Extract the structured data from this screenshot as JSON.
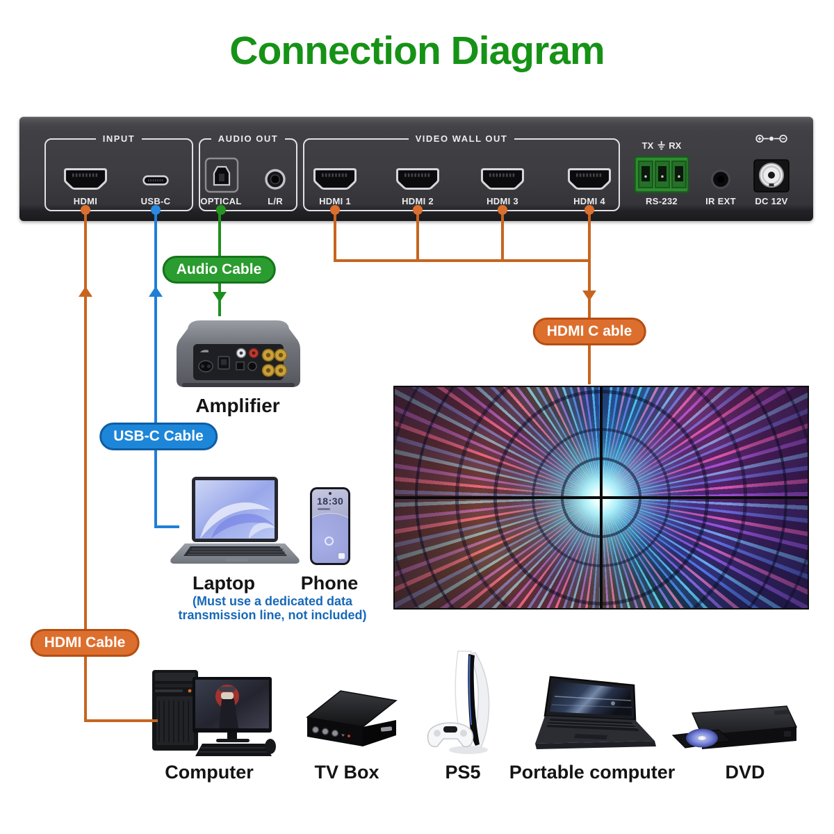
{
  "title": {
    "text": "Connection Diagram"
  },
  "panel": {
    "groups": [
      {
        "label": "INPUT"
      },
      {
        "label": "AUDIO OUT"
      },
      {
        "label": "VIDEO WALL OUT"
      }
    ],
    "ports": {
      "hdmi_in": "HDMI",
      "usb_c": "USB-C",
      "optical": "OPTICAL",
      "lr": "L/R",
      "hdmi1": "HDMI 1",
      "hdmi2": "HDMI 2",
      "hdmi3": "HDMI 3",
      "hdmi4": "HDMI 4",
      "rs232": "RS-232",
      "ir_ext": "IR EXT",
      "dc": "DC 12V",
      "tx": "TX",
      "rx": "RX"
    }
  },
  "cables": {
    "audio": "Audio Cable",
    "usbc": "USB-C Cable",
    "hdmi_in": "HDMI Cable",
    "hdmi_out": "HDMI C able"
  },
  "devices": {
    "amplifier": "Amplifier",
    "laptop": "Laptop",
    "phone": "Phone",
    "computer": "Computer",
    "tv_box": "TV Box",
    "ps5": "PS5",
    "portable": "Portable computer",
    "dvd": "DVD"
  },
  "phone": {
    "time": "18:30"
  },
  "note": {
    "line1": "(Must use a dedicated data",
    "line2": "transmission line, not included)"
  },
  "colors": {
    "title_green": "#169216",
    "cable_green": "#2b9c2f",
    "cable_blue": "#1d86d8",
    "cable_orange": "#dd6f2e",
    "line_orange": "#c7651f",
    "line_blue": "#1f7fd6",
    "line_green": "#1e8f1e",
    "note_blue": "#1668b8"
  }
}
